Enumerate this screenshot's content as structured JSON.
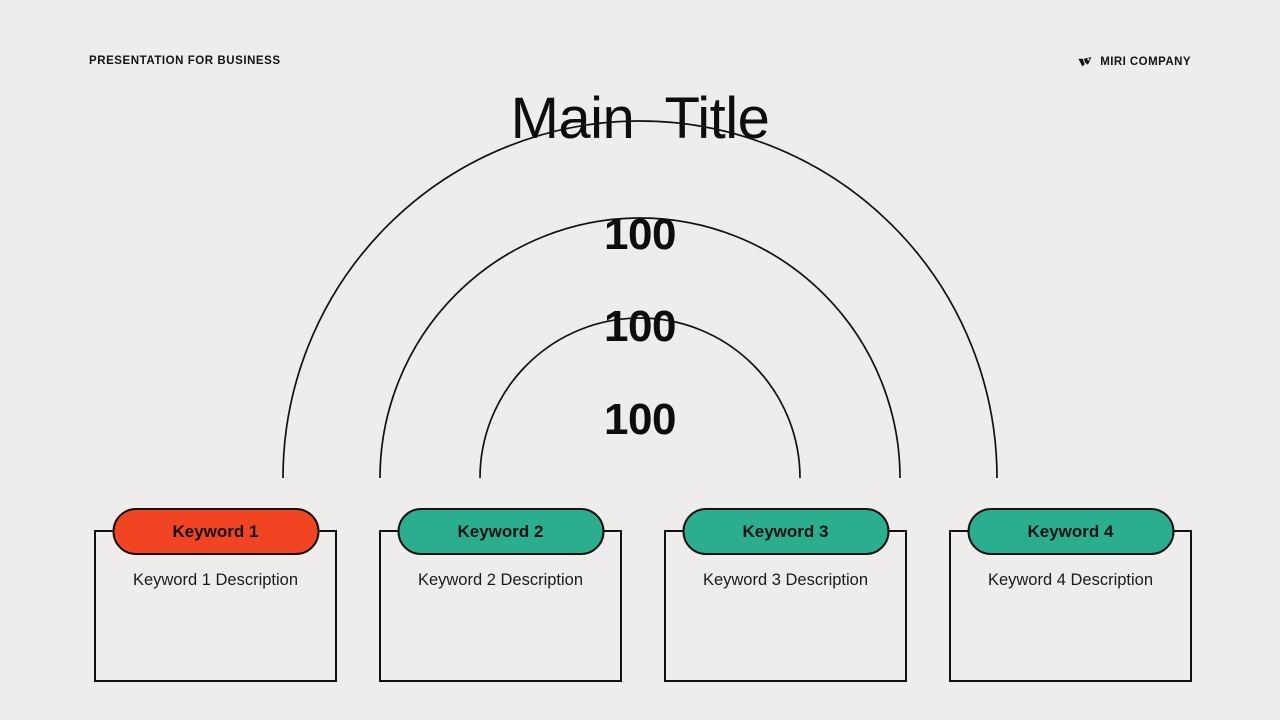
{
  "header": {
    "kicker": "PRESENTATION FOR BUSINESS",
    "brand_name": "MIRI COMPANY",
    "brand_icon": "miri-logo-mark"
  },
  "title": "Main  Title",
  "colors": {
    "background": "#EFEDEC",
    "ink": "#111111",
    "accent_red": "#F04423",
    "accent_teal": "#2BAE8E"
  },
  "arcs": [
    {
      "label": "100",
      "radius": 357
    },
    {
      "label": "100",
      "radius": 260
    },
    {
      "label": "100",
      "radius": 160
    }
  ],
  "cards": [
    {
      "keyword": "Keyword 1",
      "description": "Keyword 1 Description",
      "color": "#F04423"
    },
    {
      "keyword": "Keyword 2",
      "description": "Keyword 2 Description",
      "color": "#2BAE8E"
    },
    {
      "keyword": "Keyword 3",
      "description": "Keyword 3 Description",
      "color": "#2BAE8E"
    },
    {
      "keyword": "Keyword 4",
      "description": "Keyword 4 Description",
      "color": "#2BAE8E"
    }
  ]
}
